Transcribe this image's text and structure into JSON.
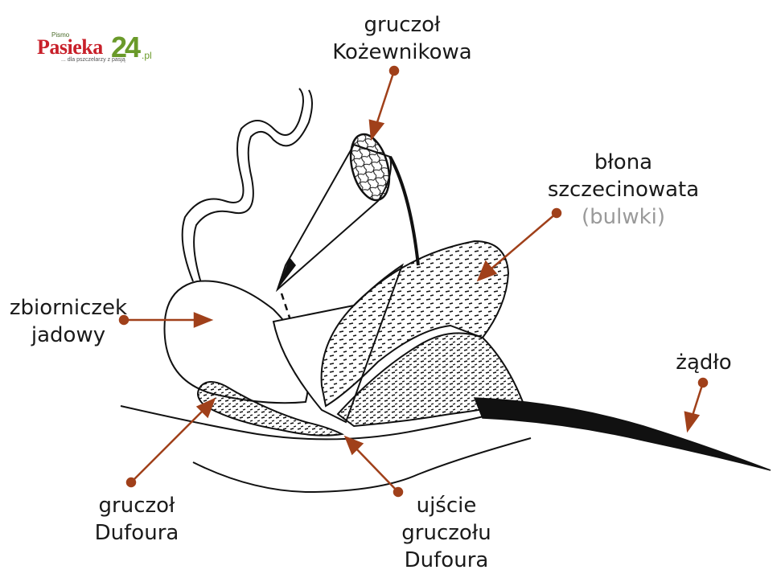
{
  "logo": {
    "pismo": "Pismo",
    "name": "Pasieka",
    "number": "24",
    "tld": ".pl",
    "tagline": "... dla pszczelarzy z pasją"
  },
  "labels": {
    "kozewnikow": [
      "gruczoł",
      "Kożewnikowa"
    ],
    "blona": [
      "błona",
      "szczecinowata"
    ],
    "bulwki": "(bulwki)",
    "zbiorniczek": [
      "zbiorniczek",
      "jadowy"
    ],
    "zadlo": "żądło",
    "dufour": [
      "gruczoł",
      "Dufoura"
    ],
    "ujscie": [
      "ujście",
      "gruczołu",
      "Dufoura"
    ]
  },
  "colors": {
    "arrow": "#a0401a",
    "ink": "#111111",
    "muted": "#9a9a9a"
  }
}
